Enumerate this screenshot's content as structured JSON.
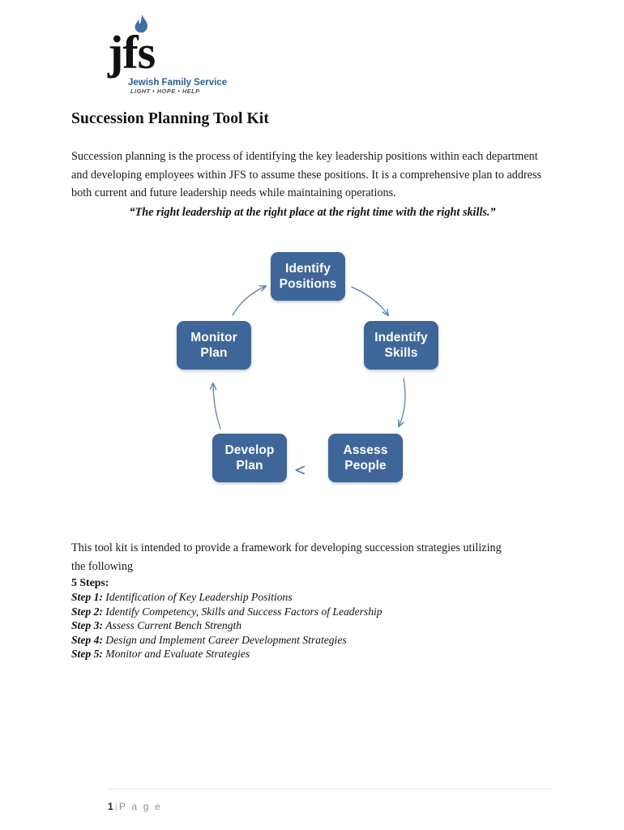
{
  "logo": {
    "wordmark": "jfs",
    "org_name": "Jewish Family Service",
    "tagline": "LIGHT • HOPE • HELP",
    "flame_color": "#3f6fa8",
    "wordmark_color": "#111111",
    "org_name_color": "#2a5f96"
  },
  "document": {
    "title": "Succession Planning Tool Kit",
    "intro_paragraph": "Succession planning is the process of identifying the key leadership positions within each department and developing employees within JFS to assume these positions.  It is a comprehensive plan to address both current and future leadership needs while maintaining operations.",
    "quote": "“The right leadership at the right place at the right time with the right skills.”",
    "framework_paragraph": "This tool kit is intended to provide a framework for developing succession strategies utilizing the following"
  },
  "diagram": {
    "type": "cycle",
    "node_color": "#3f6698",
    "arrow_color": "#5b7da6",
    "nodes": [
      {
        "id": "identify-positions",
        "label": "Identify\nPositions"
      },
      {
        "id": "indentify-skills",
        "label": "Indentify\nSkills"
      },
      {
        "id": "assess-people",
        "label": "Assess\nPeople"
      },
      {
        "id": "develop-plan",
        "label": "Develop\nPlan"
      },
      {
        "id": "monitor-plan",
        "label": "Monitor\nPlan"
      }
    ],
    "flow": [
      "identify-positions -> indentify-skills",
      "indentify-skills -> assess-people",
      "assess-people -> develop-plan",
      "develop-plan -> monitor-plan",
      "monitor-plan -> identify-positions"
    ]
  },
  "steps": {
    "heading": "5 Steps:",
    "items": [
      {
        "label": "Step 1:",
        "text": "Identification of Key Leadership Positions"
      },
      {
        "label": "Step 2:",
        "text": "Identify Competency, Skills and Success Factors of Leadership"
      },
      {
        "label": "Step 3:",
        "text": "Assess Current Bench Strength"
      },
      {
        "label": "Step 4:",
        "text": "Design and Implement Career Development Strategies"
      },
      {
        "label": "Step 5:",
        "text": "Monitor and Evaluate Strategies"
      }
    ]
  },
  "footer": {
    "page_number": "1",
    "separator": "|",
    "page_word": "P a g e"
  }
}
